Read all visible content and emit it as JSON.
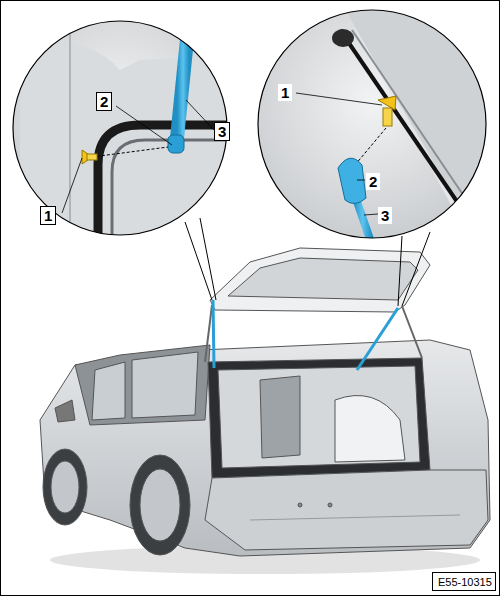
{
  "diagram": {
    "nodes": [
      {
        "text": [
          "E55-10315"
        ]
      }
    ],
    "edges": [],
    "labels": [
      "1",
      "2",
      "3",
      "1",
      "2",
      "3"
    ]
  }
}
